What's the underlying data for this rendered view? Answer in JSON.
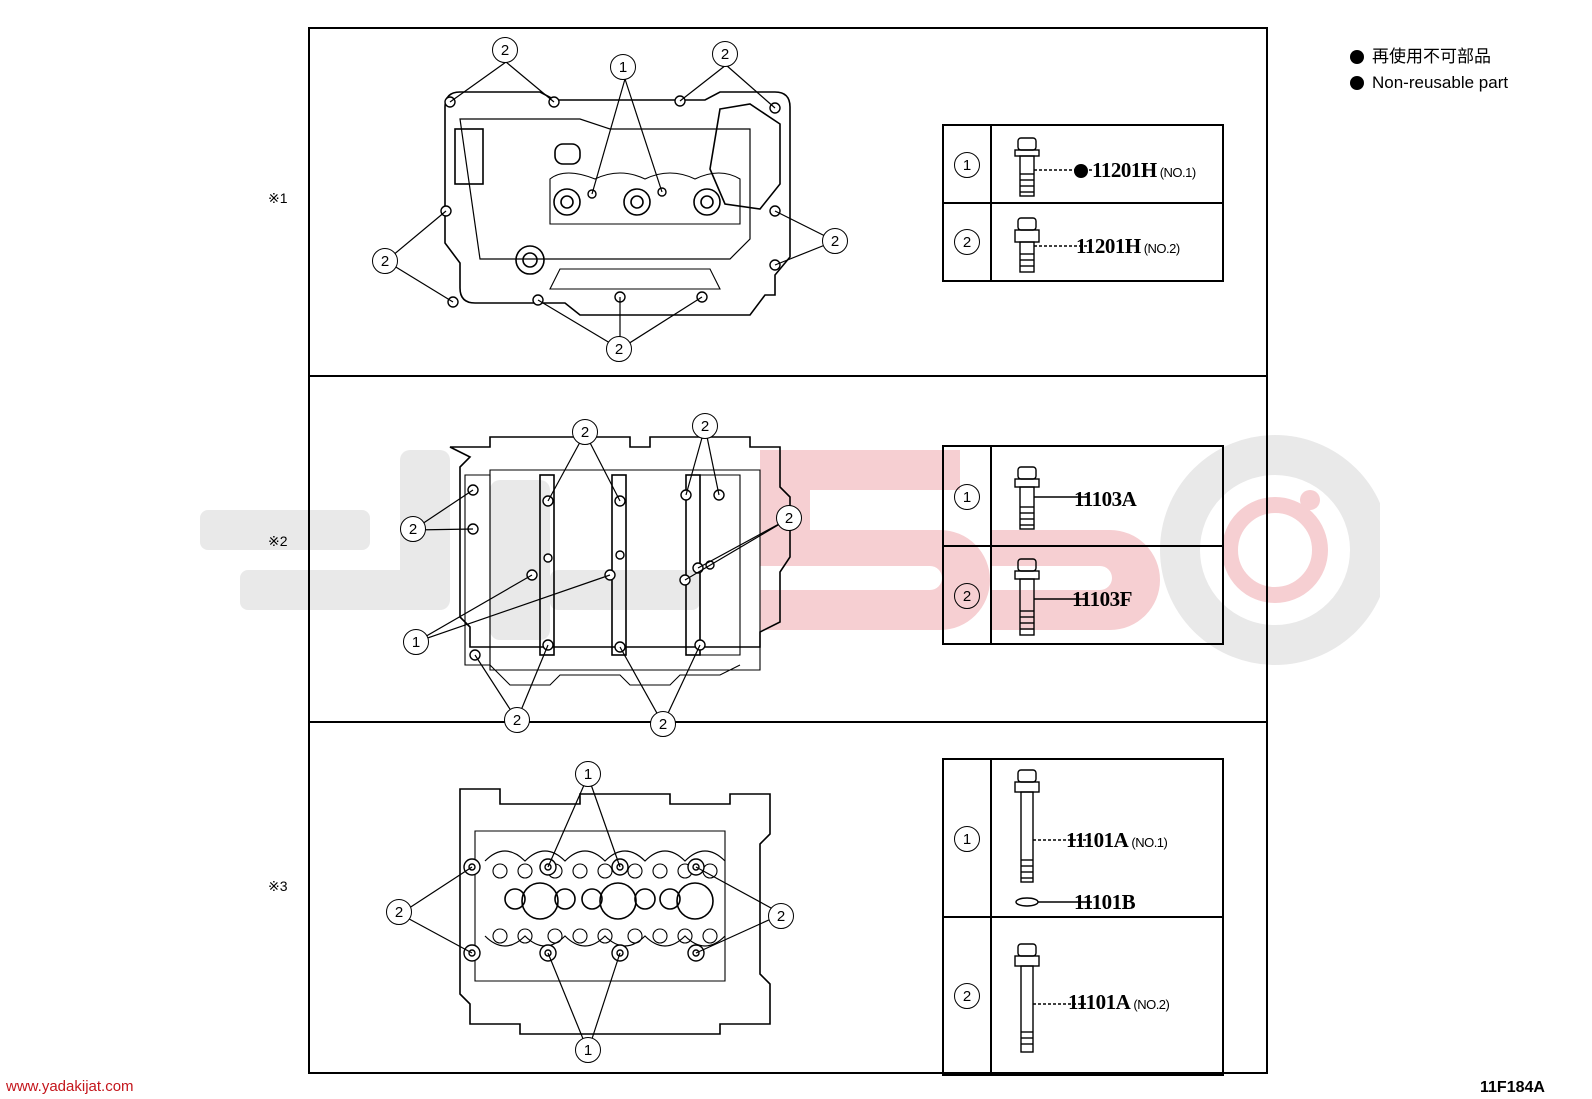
{
  "legend": {
    "items": [
      {
        "text": "再使用不可部品"
      },
      {
        "text": "Non-reusable part"
      }
    ]
  },
  "sections": [
    {
      "marker": "※1",
      "parts": [
        {
          "num": "1",
          "code": "11201H",
          "note": "(NO.1)",
          "non_reusable": true
        },
        {
          "num": "2",
          "code": "11201H",
          "note": "(NO.2)",
          "non_reusable": false
        }
      ]
    },
    {
      "marker": "※2",
      "parts": [
        {
          "num": "1",
          "code": "11103A",
          "note": "",
          "non_reusable": false
        },
        {
          "num": "2",
          "code": "11103F",
          "note": "",
          "non_reusable": false
        }
      ]
    },
    {
      "marker": "※3",
      "parts": [
        {
          "num": "1",
          "code": "11101A",
          "note": "(NO.1)",
          "extra_code": "11101B",
          "non_reusable": false
        },
        {
          "num": "2",
          "code": "11101A",
          "note": "(NO.2)",
          "non_reusable": false
        }
      ]
    }
  ],
  "callouts": {
    "one": "1",
    "two": "2"
  },
  "footer": {
    "website": "www.yadakijat.com",
    "figure_id": "11F184A"
  },
  "colors": {
    "line": "#000000",
    "watermark_gray": "#e9e9e9",
    "watermark_red": "#f6cfd2",
    "site_red": "#c4161c"
  }
}
